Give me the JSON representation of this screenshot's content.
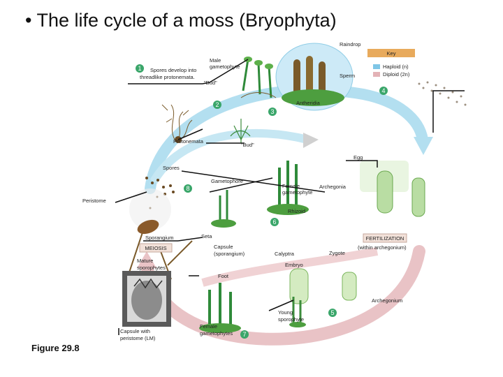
{
  "title": "• The life cycle of a moss (Bryophyta)",
  "figure": "Figure 29.8",
  "key": {
    "title": "Key",
    "haploid": "Haploid (n)",
    "diploid": "Diploid (2n)",
    "haploid_color": "#7fc6e6",
    "diploid_color": "#e3b2b6"
  },
  "labels": {
    "raindrop": "Raindrop",
    "step1_text_a": "Spores develop into",
    "step1_text_b": "threadlike protonemata.",
    "male_a": "Male",
    "male_b": "gametophyte",
    "bud1": "\"Bud\"",
    "sperm": "Sperm",
    "antheridia": "Antheridia",
    "protonemata": "Protonemata",
    "bud2": "\"Bud\"",
    "egg": "Egg",
    "spores": "Spores",
    "gametophore": "Gametophore",
    "female_a": "Female",
    "female_b": "gametophyte",
    "archegonia": "Archegonia",
    "peristome": "Peristome",
    "rhizoid": "Rhizoid",
    "sporangium": "Sporangium",
    "seta": "Seta",
    "fertilization": "FERTILIZATION",
    "within_arch": "(within archegonium)",
    "meiosis": "MEIOSIS",
    "capsule_a": "Capsule",
    "capsule_b": "(sporangium)",
    "calyptra": "Calyptra",
    "zygote": "Zygote",
    "mature_a": "Mature",
    "mature_b": "sporophytes",
    "embryo": "Embryo",
    "foot": "Foot",
    "archegonium": "Archegonium",
    "young_a": "Young",
    "young_b": "sporophyte",
    "capsule_pe_a": "Capsule with",
    "capsule_pe_b": "peristome (LM)",
    "female_gs_a": "Female",
    "female_gs_b": "gametophytes"
  },
  "steps": [
    "1",
    "2",
    "3",
    "4",
    "5",
    "6",
    "7",
    "8"
  ]
}
